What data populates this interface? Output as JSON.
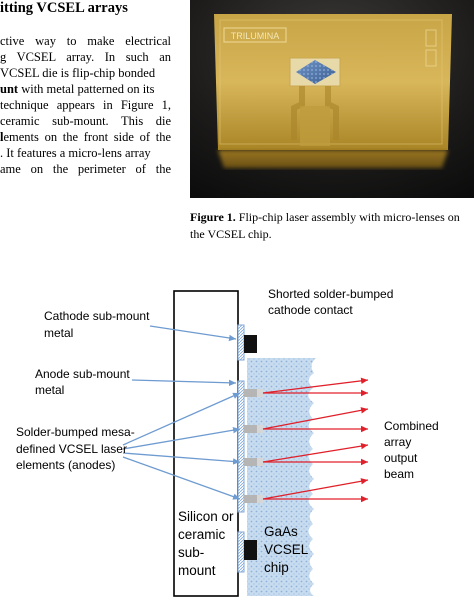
{
  "article": {
    "heading": "itting VCSEL arrays",
    "lines": [
      {
        "pre": "",
        "bold": "",
        "post": "ctive way to make electrical"
      },
      {
        "pre": "g VCSEL array.  In such an",
        "bold": "",
        "post": ""
      },
      {
        "pre": "VCSEL die is flip-chip bonded",
        "bold": "",
        "post": ""
      },
      {
        "pre": "",
        "bold": "unt",
        "post": " with metal patterned on its"
      },
      {
        "pre": "technique appears in Figure 1,",
        "bold": "",
        "post": ""
      },
      {
        "pre": "ceramic sub-mount.  This die",
        "bold": "",
        "post": ""
      },
      {
        "pre": "",
        "bold": "l",
        "post": "ements on the front side of the"
      },
      {
        "pre": ".  It features a micro-lens array",
        "bold": "",
        "post": ""
      },
      {
        "pre": "ame on the perimeter of the",
        "bold": "",
        "post": ""
      }
    ]
  },
  "photo": {
    "chip_logo": "TRILUMINA"
  },
  "caption": {
    "label": "Figure 1.",
    "text": " Flip-chip laser assembly with micro-lenses on the VCSEL chip."
  },
  "diagram": {
    "labels": {
      "cathode_submount": [
        "Cathode sub-mount",
        "metal"
      ],
      "anode_submount": [
        "Anode sub-mount",
        "metal"
      ],
      "solder_bumped_mesa": [
        "Solder-bumped mesa-",
        "defined VCSEL laser",
        "elements (anodes)"
      ],
      "shorted_contact": [
        "Shorted solder-bumped",
        "cathode contact"
      ],
      "combined_beam": [
        "Combined",
        "array",
        "output",
        "beam"
      ],
      "submount": [
        "Silicon or",
        "ceramic",
        "sub-",
        "mount"
      ],
      "vcsel_chip": [
        "GaAs",
        "VCSEL",
        "chip"
      ]
    },
    "colors": {
      "arrow_blue": "#6e9bd0",
      "beam_red": "#e0202a",
      "gaas_fill": "#bdd6ee",
      "metal_blue": "#7fa7d6",
      "gold": "#c9a23a"
    }
  }
}
